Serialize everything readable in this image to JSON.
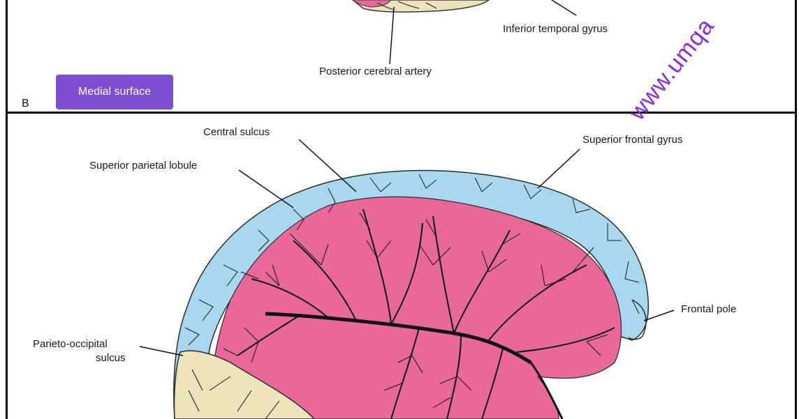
{
  "labels": {
    "inferior_temporal_gyrus": "Inferior temporal gyrus",
    "posterior_cerebral_artery": "Posterior cerebral artery",
    "central_sulcus": "Central sulcus",
    "superior_frontal_gyrus": "Superior frontal gyrus",
    "superior_parietal_lobule": "Superior parietal lobule",
    "frontal_pole": "Frontal pole",
    "parieto_occipital_line1": "Parieto-occipital",
    "parieto_occipital_line2": "sulcus"
  },
  "panel_letter": "B",
  "medial_button": {
    "label": "Medial surface"
  },
  "watermark": "www.umqa",
  "colors": {
    "gyrus_blue": "#a9d8ee",
    "cortex_pink": "#e8689a",
    "occipital_tan": "#ece3bb",
    "artery": "#1a1a1a",
    "button": "#7b4fcf",
    "watermark": "#8a2be2"
  }
}
